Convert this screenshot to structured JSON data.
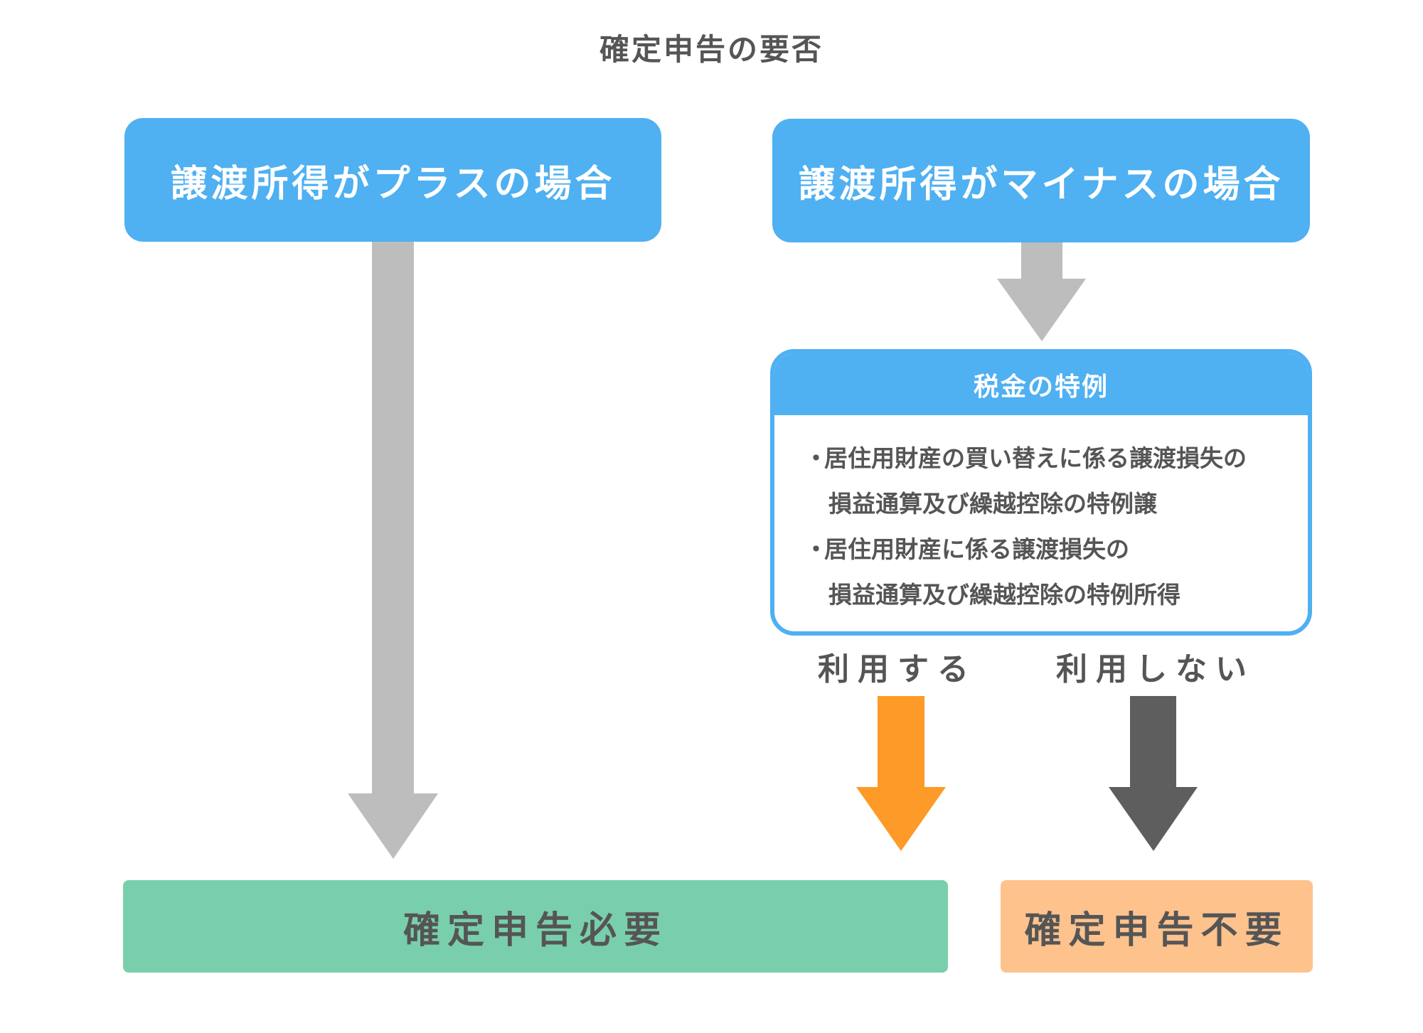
{
  "title": "確定申告の要否",
  "cases": {
    "plus": "譲渡所得がプラスの場合",
    "minus": "譲渡所得がマイナスの場合"
  },
  "special": {
    "heading": "税金の特例",
    "items": [
      {
        "bullet": "・",
        "line1": "居住用財産の買い替えに係る譲渡損失の",
        "line2": "損益通算及び繰越控除の特例譲"
      },
      {
        "bullet": "・",
        "line1": "居住用財産に係る譲渡損失の",
        "line2": "損益通算及び繰越控除の特例所得"
      }
    ]
  },
  "choices": {
    "use": "利用する",
    "not_use": "利用しない"
  },
  "results": {
    "required": "確定申告必要",
    "not_required": "確定申告不要"
  },
  "colors": {
    "box_blue": "#4fb0f2",
    "arrow_gray": "#bdbdbd",
    "arrow_orange": "#fd9a28",
    "arrow_dark": "#5e5e5e",
    "result_green": "#79cfab",
    "result_peach": "#fec28d",
    "text_gray": "#555555"
  }
}
